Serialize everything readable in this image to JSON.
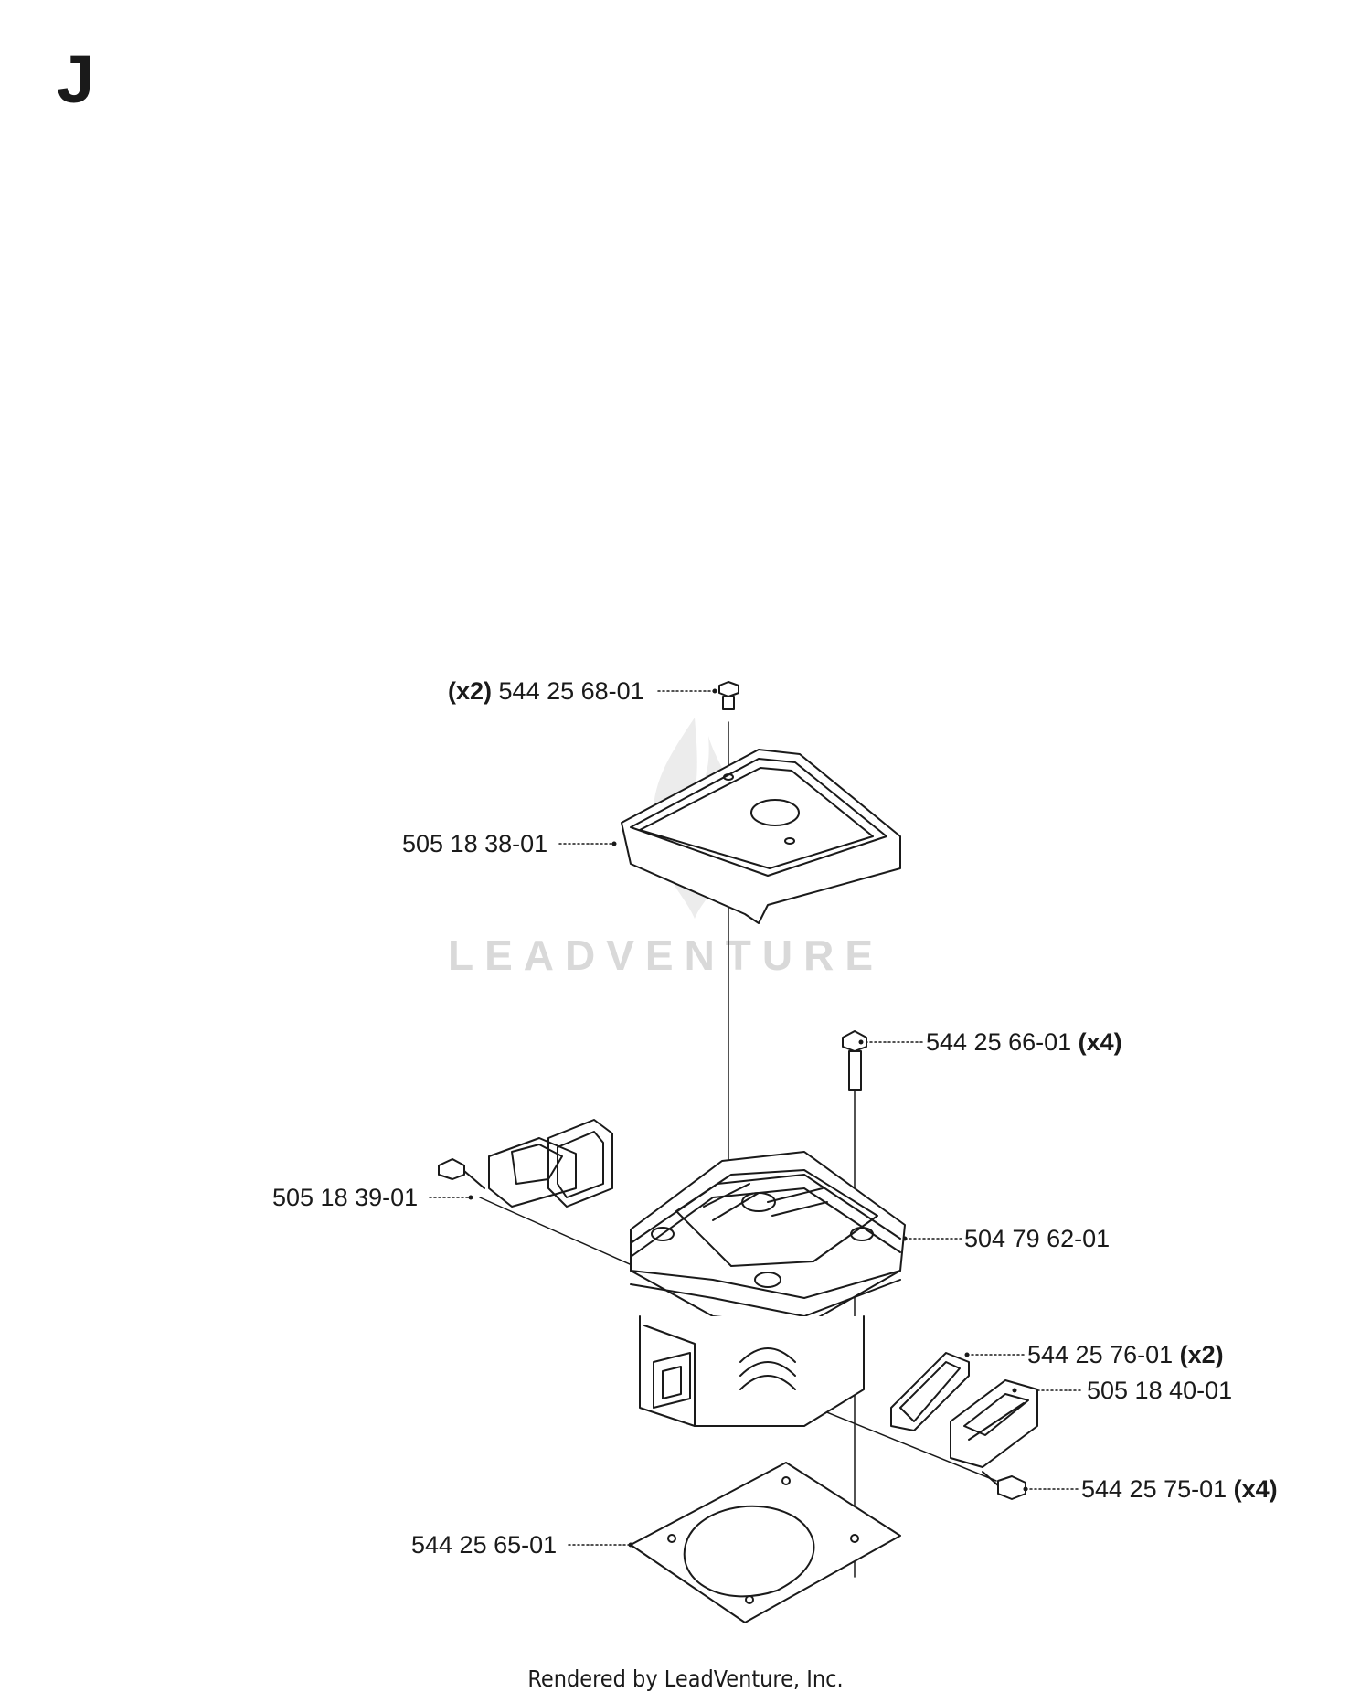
{
  "section_letter": "J",
  "watermark": "LEADVENTURE",
  "footer": "Rendered by LeadVenture, Inc.",
  "parts": [
    {
      "id": "p1",
      "qty": "(x2)",
      "number": "544 25 68-01",
      "qty_side": "left"
    },
    {
      "id": "p2",
      "qty": "",
      "number": "505 18 38-01",
      "qty_side": "none"
    },
    {
      "id": "p3",
      "qty": "(x4)",
      "number": "544 25 66-01",
      "qty_side": "right"
    },
    {
      "id": "p4",
      "qty": "",
      "number": "505 18 39-01",
      "qty_side": "none"
    },
    {
      "id": "p5",
      "qty": "",
      "number": "504 79 62-01",
      "qty_side": "none"
    },
    {
      "id": "p6",
      "qty": "(x2)",
      "number": "544 25 76-01",
      "qty_side": "right"
    },
    {
      "id": "p7",
      "qty": "",
      "number": "505 18 40-01",
      "qty_side": "none"
    },
    {
      "id": "p8",
      "qty": "(x4)",
      "number": "544 25 75-01",
      "qty_side": "right"
    },
    {
      "id": "p9",
      "qty": "",
      "number": "544 25 65-01",
      "qty_side": "none"
    }
  ]
}
